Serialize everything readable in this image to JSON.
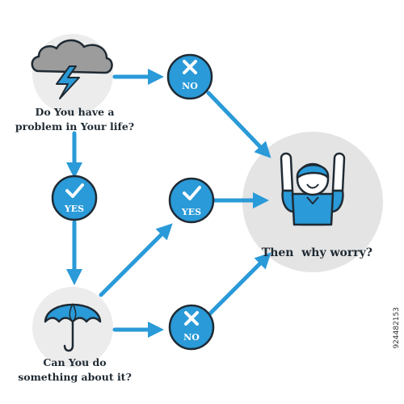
{
  "colors": {
    "accent": "#2a9ad8",
    "outline": "#1f2a33",
    "bg_circle": "#ececec",
    "bg_circle_big": "#e2e2e2",
    "cloud": "#9c9c9c",
    "white": "#ffffff"
  },
  "labels": {
    "question1_line1": "Do You have a",
    "question1_line2": "problem in Your life?",
    "question2_line1": "Can You do",
    "question2_line2": "something about it?",
    "conclusion": "Then  why worry?"
  },
  "nodes": {
    "no_top": {
      "text": "NO",
      "icon": "x-icon"
    },
    "yes_left": {
      "text": "YES",
      "icon": "check-icon"
    },
    "yes_middle": {
      "text": "YES",
      "icon": "check-icon"
    },
    "no_bottom": {
      "text": "NO",
      "icon": "x-icon"
    }
  },
  "icons": {
    "problem": "storm-cloud-lightning-icon",
    "action": "umbrella-icon",
    "result": "happy-person-arms-up-icon"
  },
  "stock_id": "924482153"
}
